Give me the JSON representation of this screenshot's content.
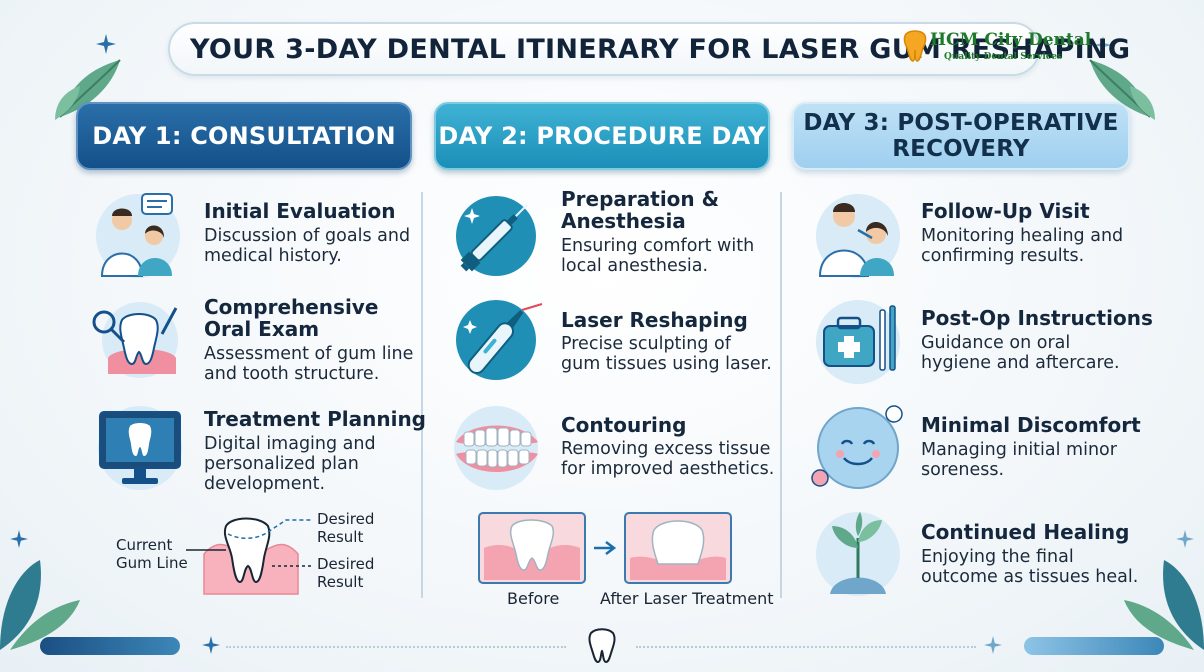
{
  "title": "YOUR 3-DAY DENTAL ITINERARY FOR LASER GUM RESHAPING",
  "logo": {
    "name": "HCM City Dental",
    "tagline": "Quality Dental Services"
  },
  "colors": {
    "day1": "#14508a",
    "day2": "#1b8fb8",
    "day3": "#9fcff0",
    "accent": "#2a6fa8"
  },
  "days": [
    {
      "header": "DAY 1: CONSULTATION",
      "steps": [
        {
          "title": "Initial Evaluation",
          "desc": [
            "Discussion of goals and",
            "medical history."
          ],
          "icon": "doctor-patient-icon"
        },
        {
          "title": [
            "Comprehensive",
            "Oral Exam"
          ],
          "desc": [
            "Assessment of gum line",
            "and tooth structure."
          ],
          "icon": "tooth-exam-icon"
        },
        {
          "title": "Treatment Planning",
          "desc": [
            "Digital imaging and",
            "personalized plan",
            "development."
          ],
          "icon": "monitor-tooth-icon"
        }
      ],
      "diagram": {
        "current": [
          "Current",
          "Gum Line"
        ],
        "desired_top": [
          "Desired",
          "Result"
        ],
        "desired_bottom": [
          "Desired",
          "Result"
        ]
      }
    },
    {
      "header": "DAY 2: PROCEDURE DAY",
      "steps": [
        {
          "title": [
            "Preparation &",
            "Anesthesia"
          ],
          "desc": [
            "Ensuring comfort with",
            "local anesthesia."
          ],
          "icon": "syringe-icon"
        },
        {
          "title": "Laser Reshaping",
          "desc": [
            "Precise sculpting of",
            "gum tissues using laser."
          ],
          "icon": "laser-tool-icon"
        },
        {
          "title": "Contouring",
          "desc": [
            "Removing excess tissue",
            "for improved aesthetics."
          ],
          "icon": "smile-teeth-icon"
        }
      ],
      "diagram": {
        "before": "Before",
        "after": "After Laser Treatment"
      }
    },
    {
      "header": [
        "DAY 3: POST-OPERATIVE",
        "RECOVERY"
      ],
      "steps": [
        {
          "title": "Follow-Up Visit",
          "desc": [
            "Monitoring healing and",
            "confirming results."
          ],
          "icon": "dentist-checkup-icon"
        },
        {
          "title": "Post-Op Instructions",
          "desc": [
            "Guidance on oral",
            "hygiene and aftercare."
          ],
          "icon": "first-aid-kit-icon"
        },
        {
          "title": "Minimal Discomfort",
          "desc": [
            "Managing initial minor",
            "soreness."
          ],
          "icon": "smiley-face-icon"
        },
        {
          "title": "Continued Healing",
          "desc": [
            "Enjoying the final",
            "outcome as tissues heal."
          ],
          "icon": "sprout-icon"
        }
      ]
    }
  ]
}
